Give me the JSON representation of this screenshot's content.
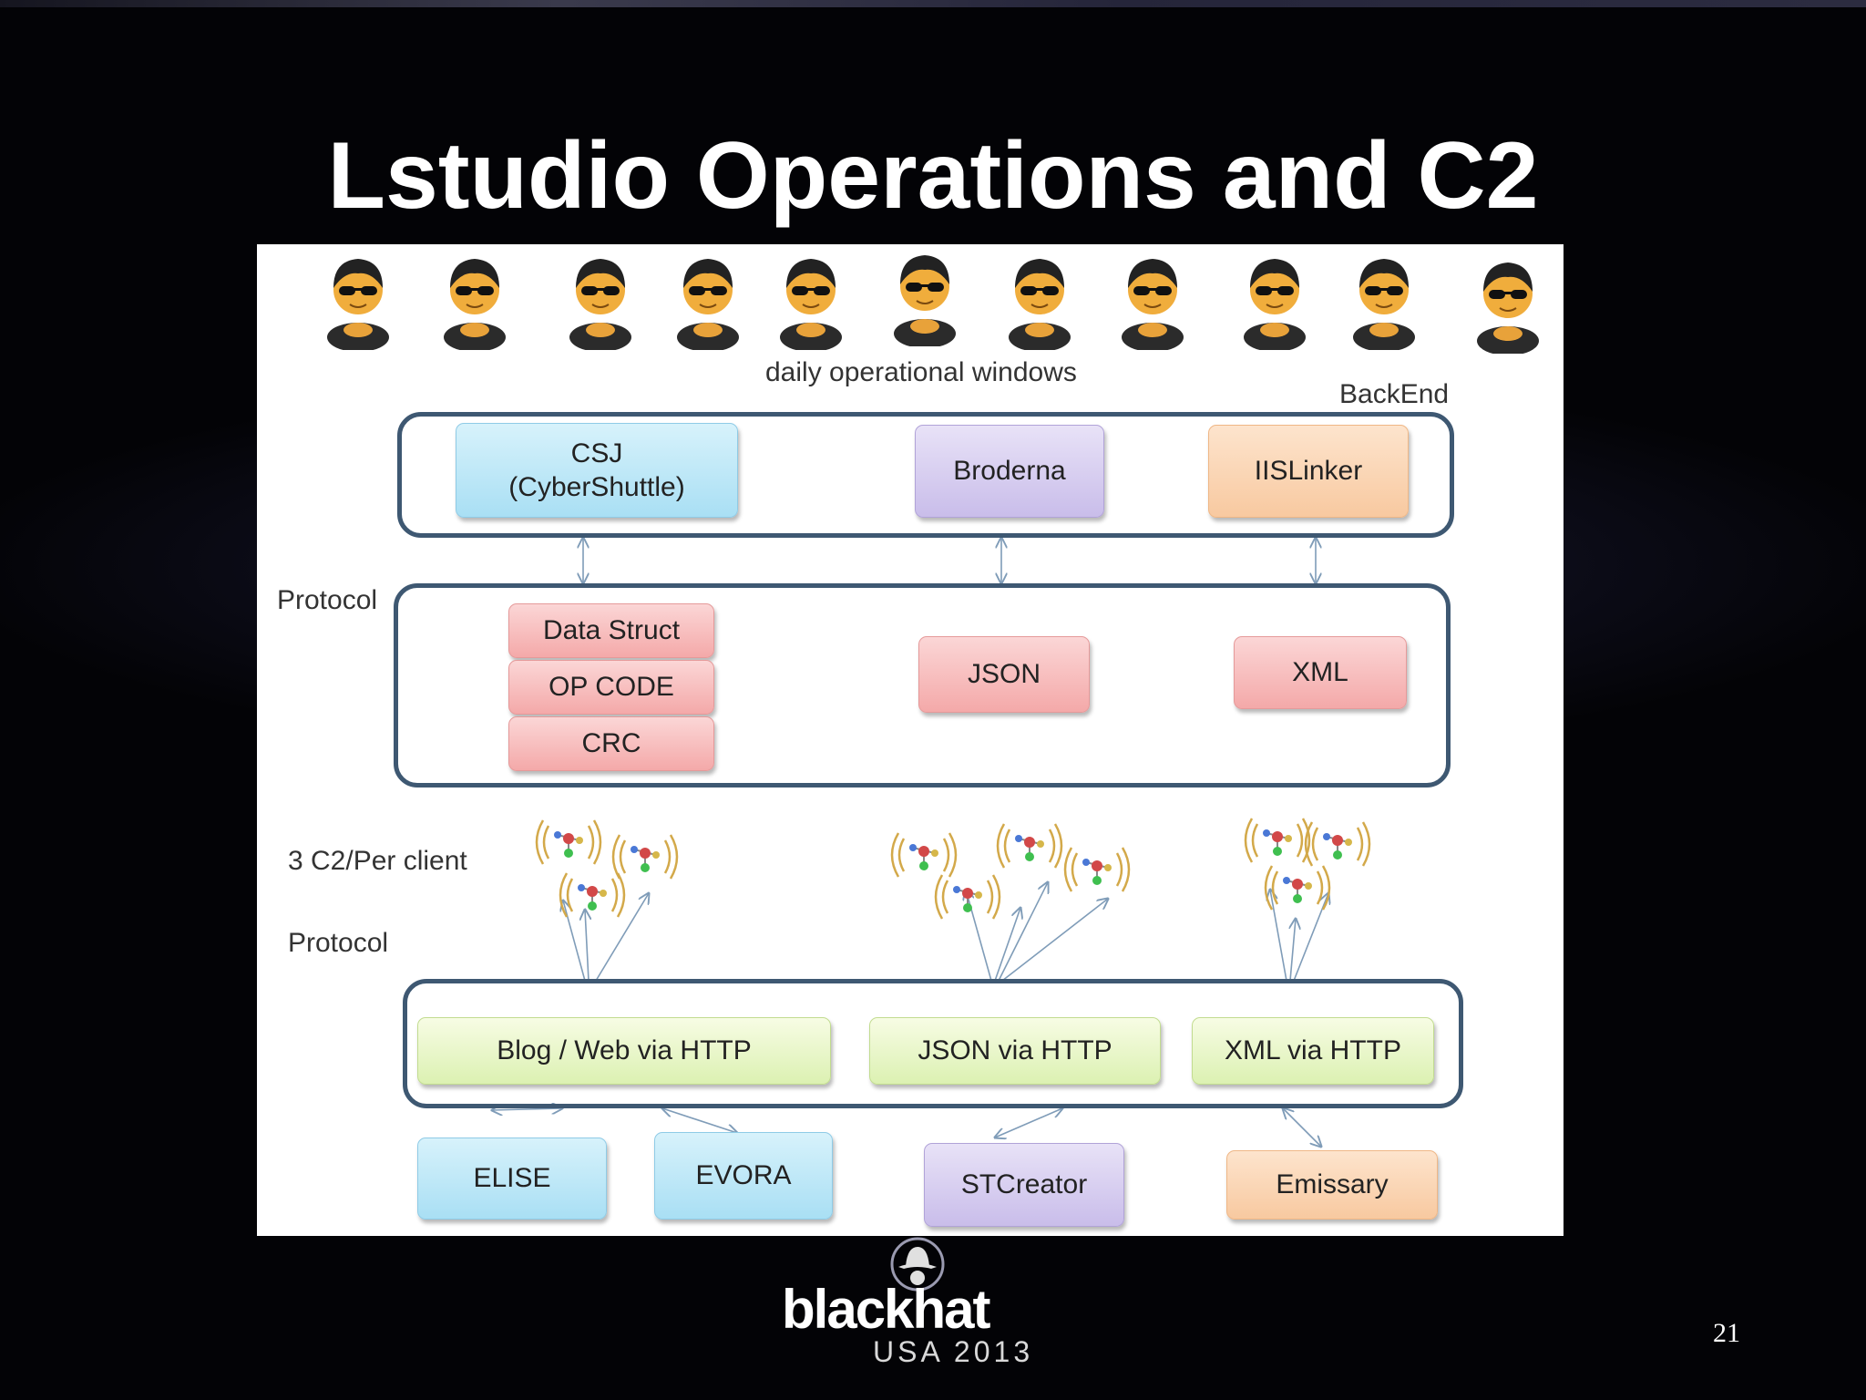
{
  "slide": {
    "title": "Lstudio Operations and C2",
    "page_number": "21"
  },
  "diagram": {
    "operators_caption": "daily operational windows",
    "backend_label": "BackEnd",
    "protocol_label_top": "Protocol",
    "c2_label": "3 C2/Per client",
    "protocol_label_bottom": "Protocol",
    "backend_nodes": [
      {
        "line1": "CSJ",
        "line2": "(CyberShuttle)"
      },
      {
        "line1": "Broderna"
      },
      {
        "line1": "IISLinker"
      }
    ],
    "protocol_nodes": {
      "stack": [
        "Data Struct",
        "OP CODE",
        "CRC"
      ],
      "json": "JSON",
      "xml": "XML"
    },
    "transport_nodes": [
      "Blog / Web via HTTP",
      "JSON via HTTP",
      "XML via HTTP"
    ],
    "malware_nodes": [
      "ELISE",
      "EVORA",
      "STCreator",
      "Emissary"
    ],
    "colors": {
      "group_border": "#3e5872",
      "cyan_node": "#a9dff4",
      "purple_node": "#c9bdea",
      "orange_node": "#f8c9a0",
      "red_node": "#f4a9a9",
      "green_node": "#dcf1b2",
      "arrow": "#7f9cb8"
    },
    "icons": [
      "operator-person-icon",
      "c2-server-signal-icon"
    ]
  },
  "logo": {
    "brand_black": "black",
    "brand_hat": "hat",
    "event": "USA 2013"
  }
}
